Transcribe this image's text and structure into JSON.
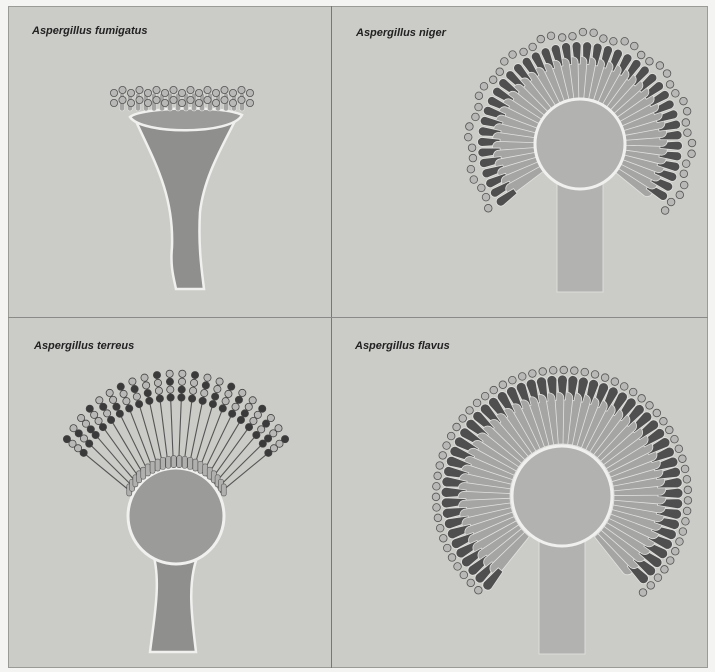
{
  "panels": [
    {
      "id": "fumigatus",
      "species_label": "Aspergillus fumigatus"
    },
    {
      "id": "niger",
      "species_label": "Aspergillus niger"
    },
    {
      "id": "terreus",
      "species_label": "Aspergillus terreus"
    },
    {
      "id": "flavus",
      "species_label": "Aspergillus flavus"
    }
  ],
  "colors": {
    "background": "#cbcbc7",
    "vesicle_fill": "#9b9b99",
    "vesicle_outline": "#f0f0ee",
    "stipe_fill": "#8f8f8d",
    "stipe_light": "#b2b2b0",
    "phialide_fill": "#a5a5a3",
    "metula_dark": "#4f4f4f",
    "conidia_fill": "#b8b8b6",
    "conidia_dark": "#3a3a3a"
  }
}
